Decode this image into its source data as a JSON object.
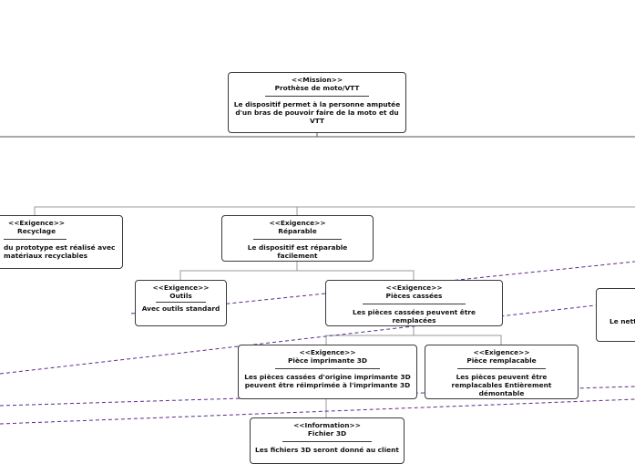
{
  "nodes": [
    {
      "id": "mission",
      "stereotype": "<<Mission>>",
      "title": "Prothèse de moto/VTT",
      "description": "Le dispositif permet à la personne amputée d'un bras de pouvoir faire de la moto et du VTT"
    },
    {
      "id": "recyclage",
      "stereotype": "<<Exigence>>",
      "title": "Recyclage",
      "description": "du prototype est réalisé avec matériaux recyclables"
    },
    {
      "id": "reparable",
      "stereotype": "<<Exigence>>",
      "title": "Réparable",
      "description": "Le dispositif est réparable facilement"
    },
    {
      "id": "outils",
      "stereotype": "<<Exigence>>",
      "title": "Outils",
      "description": "Avec outils standard"
    },
    {
      "id": "pieces-cassees",
      "stereotype": "<<Exigence>>",
      "title": "Pièces cassées",
      "description": "Les pièces cassées peuvent être remplacées"
    },
    {
      "id": "piece-imprimante",
      "stereotype": "<<Exigence>>",
      "title": "Pièce imprimante 3D",
      "description": "Les pièces cassées d'origine imprimante 3D peuvent être réimprimée à l'imprimante 3D"
    },
    {
      "id": "piece-remplacable",
      "stereotype": "<<Exigence>>",
      "title": "Pièce remplacable",
      "description": "Les pièces peuvent être remplacables Entièrement démontable"
    },
    {
      "id": "fichier-3d",
      "stereotype": "<<Information>>",
      "title": "Fichier 3D",
      "description": "Les fichiers 3D seront donné au client"
    },
    {
      "id": "nettoyage",
      "stereotype": "",
      "title": "",
      "description": "Le nett"
    }
  ]
}
